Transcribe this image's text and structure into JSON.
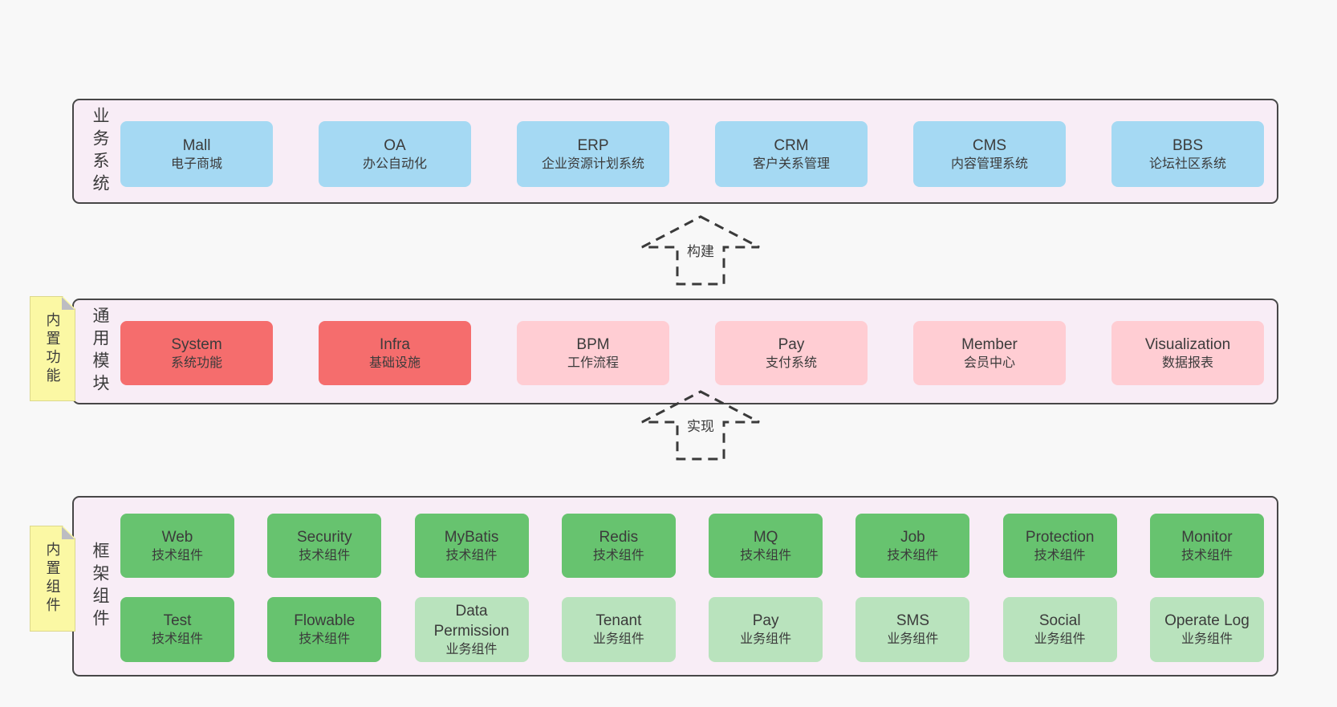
{
  "bands": {
    "business": {
      "label": "业务系统",
      "boxes": [
        {
          "title": "Mall",
          "subtitle": "电子商城"
        },
        {
          "title": "OA",
          "subtitle": "办公自动化"
        },
        {
          "title": "ERP",
          "subtitle": "企业资源计划系统"
        },
        {
          "title": "CRM",
          "subtitle": "客户关系管理"
        },
        {
          "title": "CMS",
          "subtitle": "内容管理系统"
        },
        {
          "title": "BBS",
          "subtitle": "论坛社区系统"
        }
      ]
    },
    "modules": {
      "label": "通用模块",
      "note": "内置功能",
      "boxes": [
        {
          "title": "System",
          "subtitle": "系统功能"
        },
        {
          "title": "Infra",
          "subtitle": "基础设施"
        },
        {
          "title": "BPM",
          "subtitle": "工作流程"
        },
        {
          "title": "Pay",
          "subtitle": "支付系统"
        },
        {
          "title": "Member",
          "subtitle": "会员中心"
        },
        {
          "title": "Visualization",
          "subtitle": "数据报表"
        }
      ]
    },
    "components": {
      "label": "框架组件",
      "note": "内置组件",
      "row1": [
        {
          "title": "Web",
          "subtitle": "技术组件"
        },
        {
          "title": "Security",
          "subtitle": "技术组件"
        },
        {
          "title": "MyBatis",
          "subtitle": "技术组件"
        },
        {
          "title": "Redis",
          "subtitle": "技术组件"
        },
        {
          "title": "MQ",
          "subtitle": "技术组件"
        },
        {
          "title": "Job",
          "subtitle": "技术组件"
        },
        {
          "title": "Protection",
          "subtitle": "技术组件"
        },
        {
          "title": "Monitor",
          "subtitle": "技术组件"
        }
      ],
      "row2": [
        {
          "title": "Test",
          "subtitle": "技术组件"
        },
        {
          "title": "Flowable",
          "subtitle": "技术组件"
        },
        {
          "title": "Data Permission",
          "subtitle": "业务组件"
        },
        {
          "title": "Tenant",
          "subtitle": "业务组件"
        },
        {
          "title": "Pay",
          "subtitle": "业务组件"
        },
        {
          "title": "SMS",
          "subtitle": "业务组件"
        },
        {
          "title": "Social",
          "subtitle": "业务组件"
        },
        {
          "title": "Operate Log",
          "subtitle": "业务组件"
        }
      ]
    }
  },
  "arrows": {
    "build": "构建",
    "implement": "实现"
  },
  "colors": {
    "background": "#f8f8f8",
    "panel_fill": "#f8edf6",
    "panel_border": "#474747",
    "box_blue": "#a5d9f3",
    "box_red": "#f56d6d",
    "box_pink": "#ffcdd3",
    "box_green": "#67c36f",
    "box_light_green": "#b9e3bd",
    "note_yellow": "#fbf8a4",
    "note_fold_gray": "#bdbdc2",
    "text": "#3b3b3b"
  }
}
